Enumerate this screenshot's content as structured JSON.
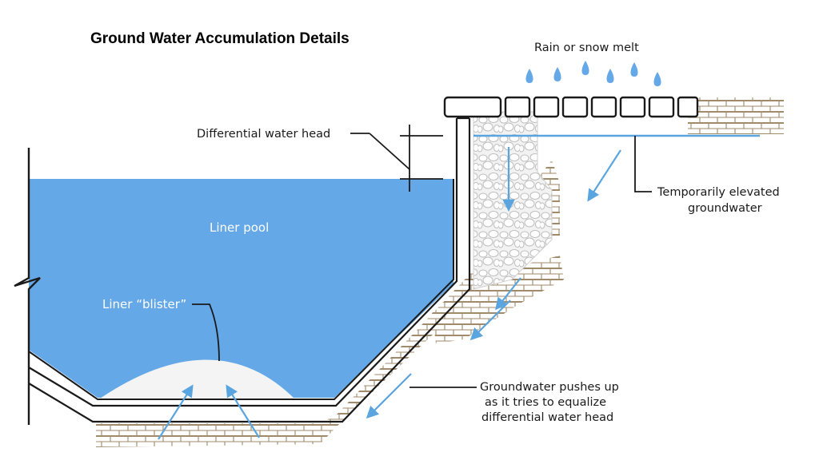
{
  "title": "Ground Water Accumulation Details",
  "labels": {
    "rain": "Rain or snow melt",
    "differential_head": "Differential water head",
    "elevated_gw_line1": "Temporarily elevated",
    "elevated_gw_line2": "groundwater",
    "liner_pool": "Liner pool",
    "liner_blister": "Liner “blister”",
    "gw_pushes_line1": "Groundwater pushes up",
    "gw_pushes_line2": "as it tries to equalize",
    "gw_pushes_line3": "differential water head"
  },
  "colors": {
    "water": "#64a8e8",
    "arrow": "#5aa5e0",
    "stone": "#a08a6a",
    "gravel": "#c8c8c8"
  }
}
